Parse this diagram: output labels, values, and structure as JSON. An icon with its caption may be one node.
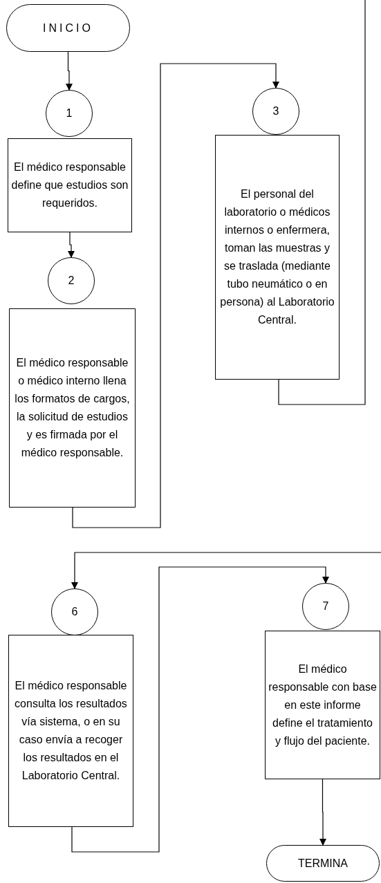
{
  "diagram": {
    "nodes": [
      {
        "text": [
          "INICIO"
        ]
      },
      {
        "text": [
          "1"
        ]
      },
      {
        "text": [
          "El médico responsable define que estudios son requeridos."
        ]
      },
      {
        "text": [
          "2"
        ]
      },
      {
        "text": [
          "El médico responsable o médico interno llena los formatos de cargos, la solicitud de estudios y es firmada por el médico responsable."
        ]
      },
      {
        "text": [
          "3"
        ]
      },
      {
        "text": [
          "El personal del laboratorio o médicos internos o enfermera, toman las muestras y se traslada (mediante tubo neumático o en persona) al Laboratorio Central."
        ]
      },
      {
        "text": [
          "6"
        ]
      },
      {
        "text": [
          "El médico responsable consulta los resultados vía sistema, o en su caso envía a recoger los resultados en el Laboratorio Central."
        ]
      },
      {
        "text": [
          "7"
        ]
      },
      {
        "text": [
          "El médico responsable con base en este informe define el tratamiento y flujo del paciente."
        ]
      },
      {
        "text": [
          "TERMINA"
        ]
      }
    ],
    "edges": [
      {
        "from": 0,
        "to": 1,
        "arrow": "to"
      },
      {
        "from": 2,
        "to": 3,
        "arrow": "to"
      },
      {
        "from": 4,
        "to": 5,
        "arrow": "to"
      },
      {
        "from": 6,
        "to": null,
        "arrow": "none"
      },
      {
        "from": null,
        "to": 7,
        "arrow": "to"
      },
      {
        "from": 8,
        "to": 9,
        "arrow": "to"
      },
      {
        "from": 10,
        "to": 11,
        "arrow": "to"
      }
    ]
  }
}
